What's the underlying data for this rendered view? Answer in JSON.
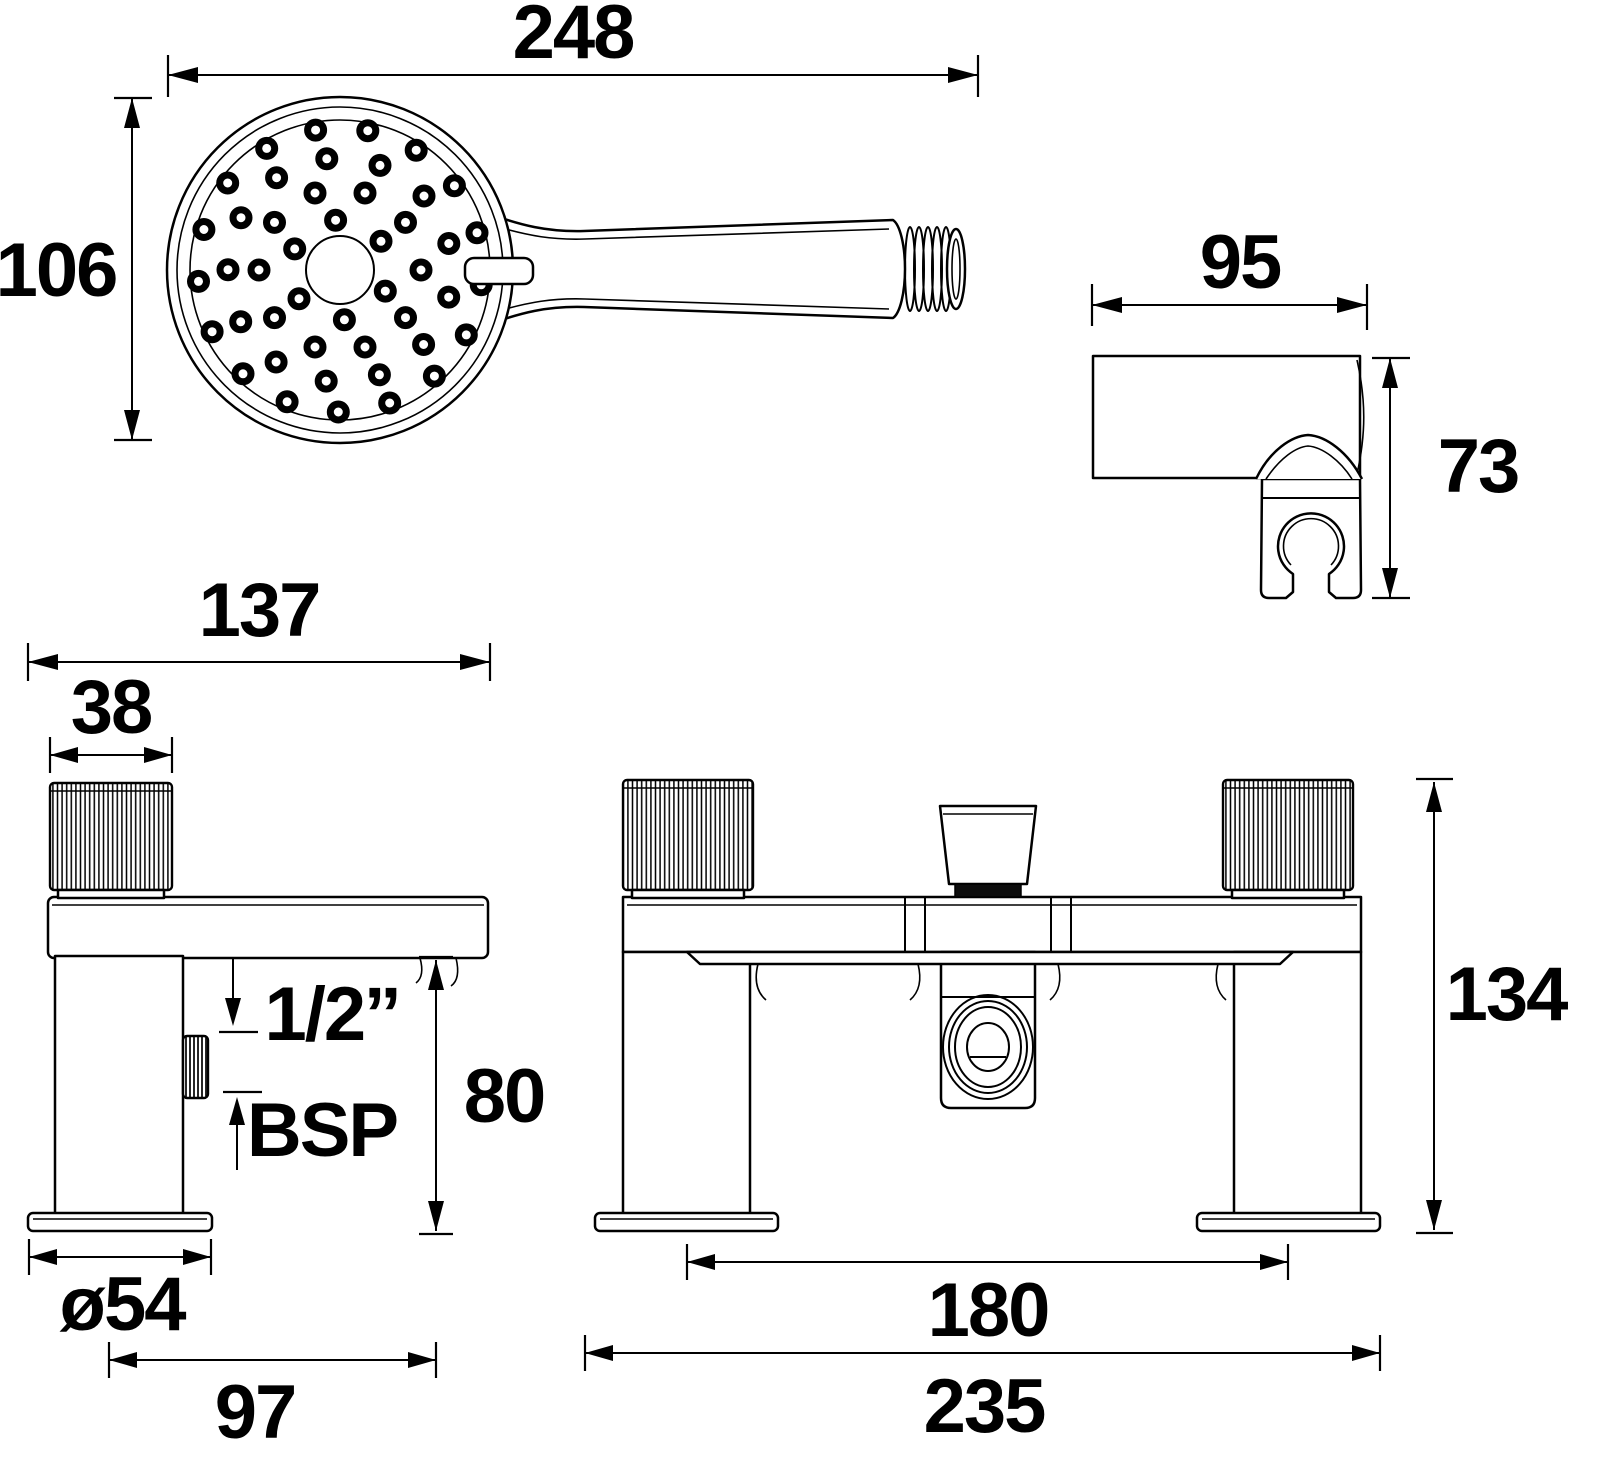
{
  "drawing": {
    "kind": "bath-shower-mixer-technical-drawing",
    "line_color": "#000000",
    "background": "#ffffff"
  },
  "views": {
    "handset_plan": {
      "name": "shower handset plan view",
      "dims": {
        "overall_length": {
          "label": "248"
        },
        "head_diameter": {
          "label": "106"
        }
      }
    },
    "wall_bracket": {
      "name": "wall bracket side view",
      "dims": {
        "width": {
          "label": "95"
        },
        "height": {
          "label": "73"
        }
      }
    },
    "mixer_side": {
      "name": "mixer tap side view",
      "dims": {
        "body_depth": {
          "label": "137"
        },
        "handle_diameter": {
          "label": "38"
        },
        "thread_line1": {
          "label": "1/2’’"
        },
        "thread_line2": {
          "label": "BSP"
        },
        "spout_clearance": {
          "label": "80"
        },
        "base_diameter": {
          "label": "ø54"
        },
        "inlet_offset": {
          "label": "97"
        }
      }
    },
    "mixer_front": {
      "name": "mixer tap front view",
      "dims": {
        "overall_height": {
          "label": "134"
        },
        "inlet_centres": {
          "label": "180"
        },
        "overall_width": {
          "label": "235"
        }
      }
    }
  }
}
